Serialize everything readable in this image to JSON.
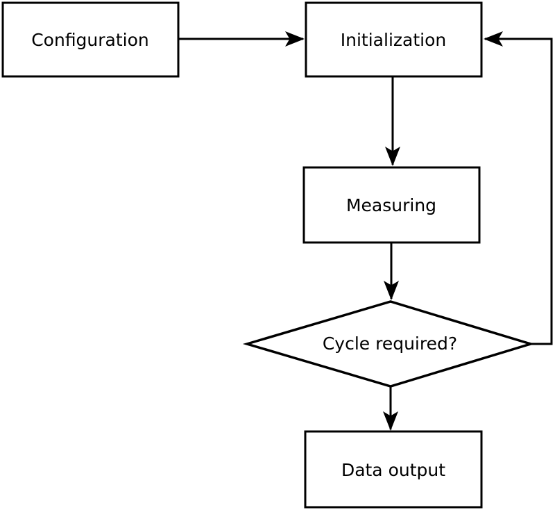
{
  "diagram": {
    "type": "flowchart",
    "background_color": "#ffffff",
    "line_color": "#000000",
    "node_fill_color": "#ffffff",
    "nodes": {
      "configuration": {
        "label": "Configuration",
        "shape": "rectangle"
      },
      "initialization": {
        "label": "Initialization",
        "shape": "rectangle"
      },
      "measuring": {
        "label": "Measuring",
        "shape": "rectangle"
      },
      "cycle_required": {
        "label": "Cycle required?",
        "shape": "diamond"
      },
      "data_output": {
        "label": "Data output",
        "shape": "rectangle"
      }
    },
    "edges": [
      {
        "from": "configuration",
        "to": "initialization",
        "style": "arrow"
      },
      {
        "from": "initialization",
        "to": "measuring",
        "style": "arrow"
      },
      {
        "from": "measuring",
        "to": "cycle_required",
        "style": "arrow"
      },
      {
        "from": "cycle_required",
        "to": "data_output",
        "style": "arrow"
      },
      {
        "from": "cycle_required",
        "to": "initialization",
        "style": "arrow",
        "kind": "loop-back-right-side"
      }
    ]
  }
}
